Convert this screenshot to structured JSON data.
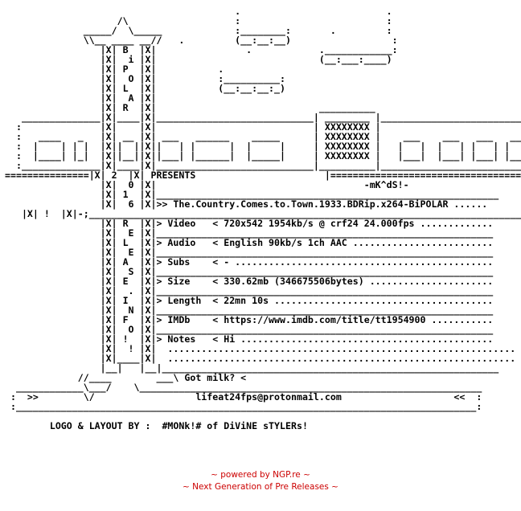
{
  "nfo_art": "                                         .                          .\n                    /\\                   :                          :\n              _____/  \\_____             :________:       .         :\n              \\\\__ ____ __//   .         (__:__:__)                  :\n                 |X| B  |X|                .            .____________:\n                 |X|  i |X|                             (__:___:____)\n                 |X| P  |X|           .\n                 |X|  O |X|           :__________:\n                 |X| L  |X|           (__:__:__:_)\n                 |X|  A |X|\n                 |X| R  |X|                             __________\n   ______________|X|____|X|____________________________| ________ |___________________________\n  :              |X|    |X|                            | XXXXXXXX |\n  :   ____   _   |X| __ |X| ___   ______    _____      | XXXXXXXX |    ___    ___   ___   ___\n  :  |    | | |  |X||  ||X||   | |      |  |     |     | XXXXXXXX |   |   |  |   | |   | |   |\n  :  |____| |_|  |X||__||X||___| |______|  |_____|     | XXXXXXXX |   |___|  |___| |___| |___|\n  :______________|X|____|X|____________________________|__________|___________________________\n===============|X| 2  |X| PRESENTS                       |==================================\n                 |X|  0 |X|                                     -mK^dS!-\n                 |X| 1  |X|_____________________________________________________________\n                 |X|  6 |X|>> The.Country.Comes.to.Town.1933.BDRip.x264-BiPOLAR ......\n   |X| !  |X|-;_____________________________________________________________________________\n                 |X| R  |X|> Video   < 720x542 1954kb/s @ crf24 24.000fps .............\n                 |X|  E |X|____________________________________________________________\n                 |X| L  |X|> Audio   < English 90kb/s 1ch AAC .........................\n                 |X|  E |X|____________________________________________________________\n                 |X| A  |X|> Subs    < - ..............................................\n                 |X|  S |X|____________________________________________________________\n                 |X| E  |X|> Size    < 330.62mb (346675506bytes) ......................\n                 |X|  . |X|____________________________________________________________\n                 |X| I  |X|> Length  < 22mn 10s .......................................\n                 |X|  N |X|____________________________________________________________\n                 |X| F  |X|> IMDb    < https://www.imdb.com/title/tt1954900 ...........\n                 |X|  O |X|____________________________________________________________\n                 |X| !  |X|> Notes   < Hi .............................................\n                 |X|  ! |X|  ..............................................................\n                 |X|____|X|  ..............................................................\n                 |__|   |__|____________________________________________________________\n             //____        ___\\ Got milk? <\n  ____________\\___/    \\_____________________________________________________________\n :  >>        \\/                  lifeat24fps@protonmail.com                    <<  :\n :__________________________________________________________________________________:\n\n        LOGO & LAYOUT BY :  #MONk!# of DiViNE sTYLERs!",
  "footer": {
    "line1": "~ powered by NGP.re ~",
    "line2": "~ Next Generation of Pre Releases ~"
  },
  "colors": {
    "text": "#000000",
    "footer": "#cc0000",
    "background": "#ffffff"
  }
}
